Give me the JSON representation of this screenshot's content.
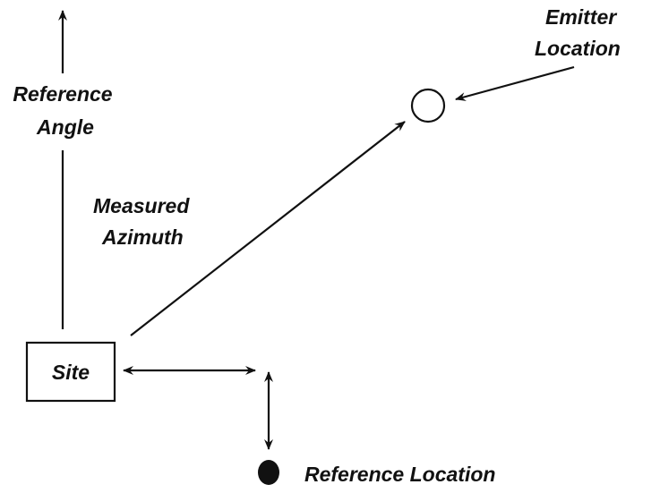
{
  "diagram": {
    "labels": {
      "reference_angle": [
        "Reference",
        "Angle"
      ],
      "measured_azimuth": [
        "Measured",
        "Azimuth"
      ],
      "emitter_location": [
        "Emitter",
        "Location"
      ],
      "site": "Site",
      "reference_location": "Reference Location"
    },
    "colors": {
      "ink": "#111111",
      "background": "#ffffff"
    }
  }
}
